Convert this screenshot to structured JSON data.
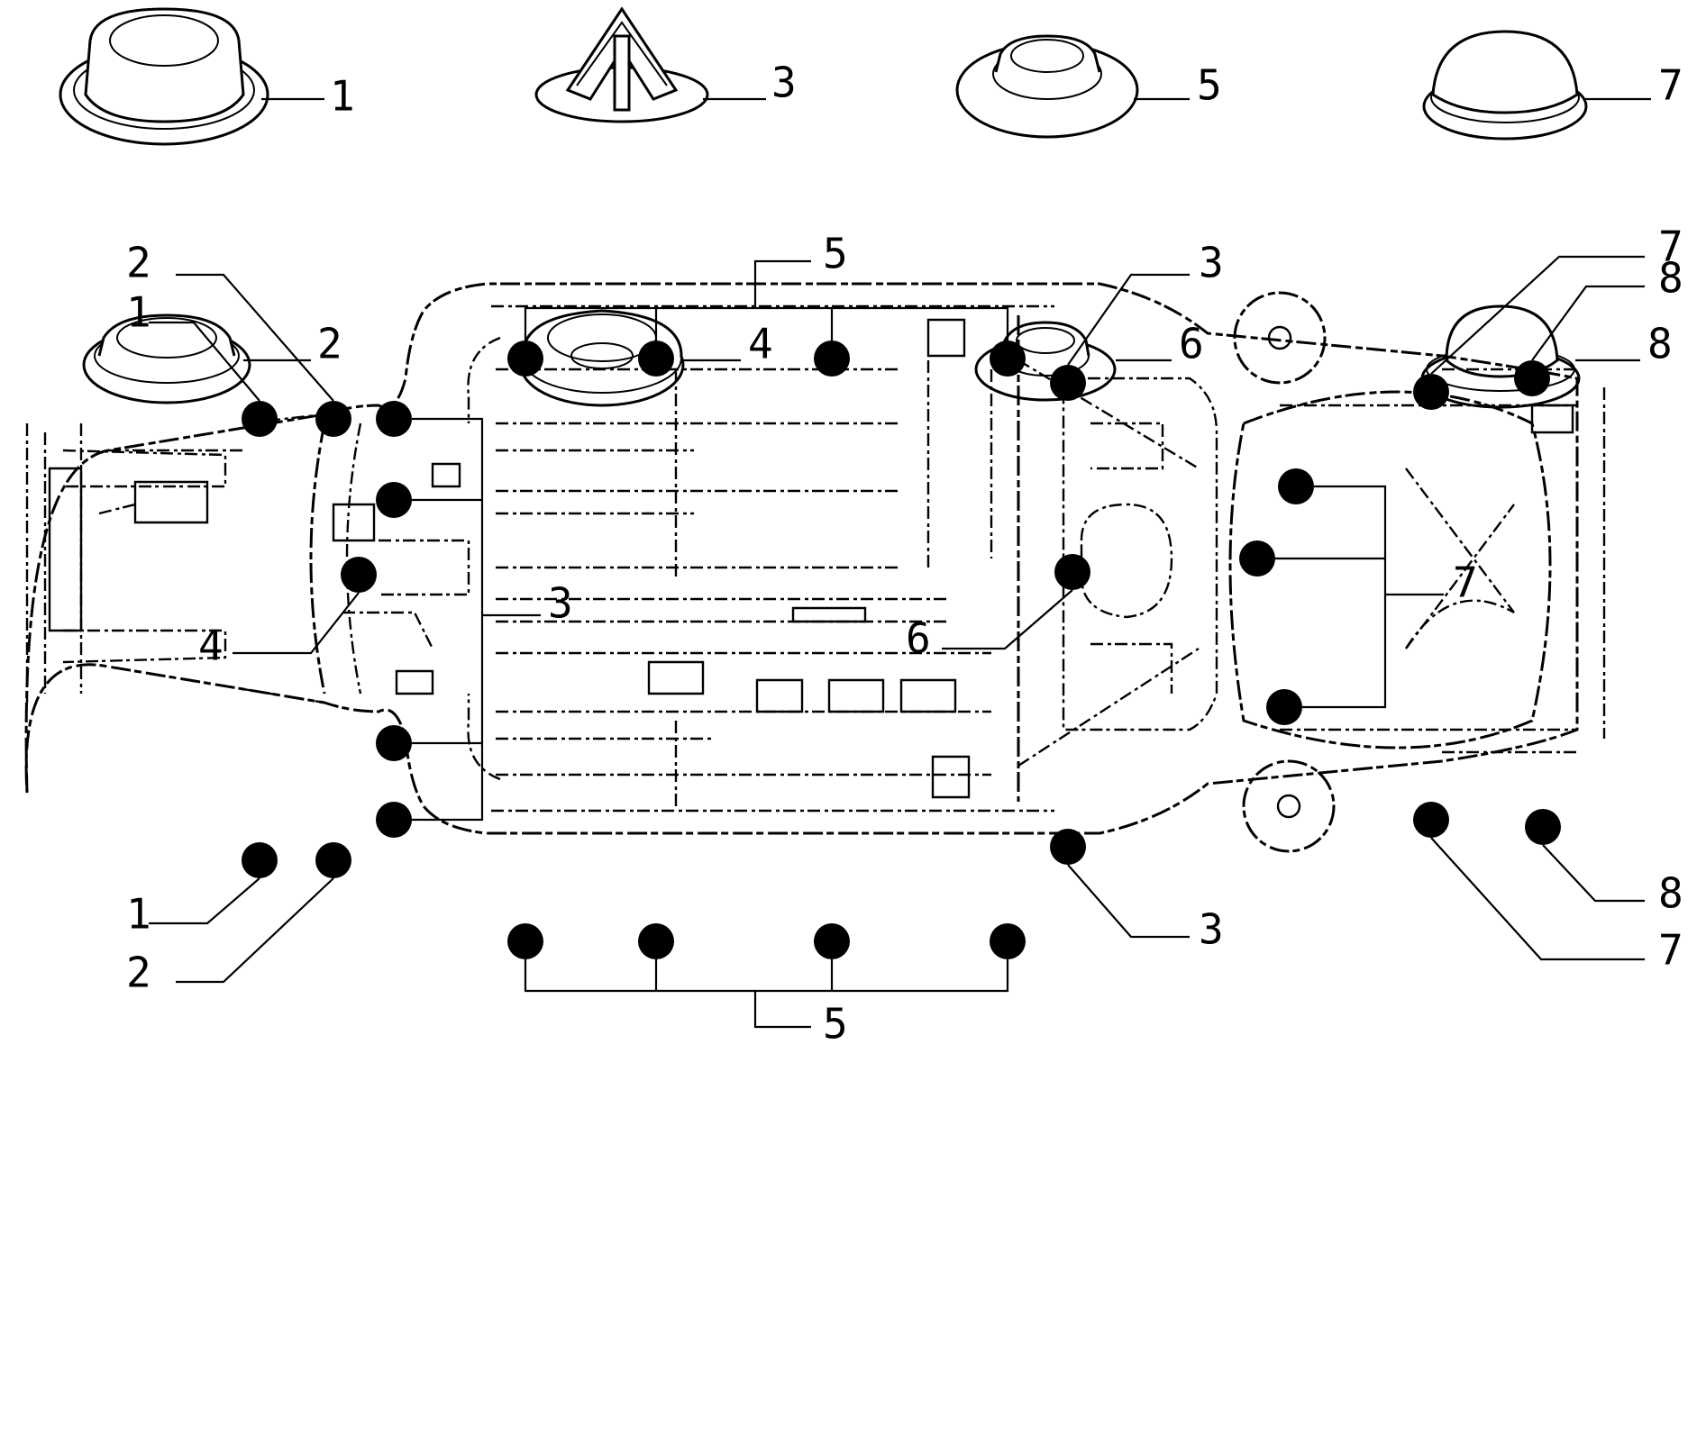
{
  "parts": [
    {
      "id": "part-1",
      "label": "1"
    },
    {
      "id": "part-2",
      "label": "2"
    },
    {
      "id": "part-3",
      "label": "3"
    },
    {
      "id": "part-4",
      "label": "4"
    },
    {
      "id": "part-5",
      "label": "5"
    },
    {
      "id": "part-6",
      "label": "6"
    },
    {
      "id": "part-7",
      "label": "7"
    },
    {
      "id": "part-8",
      "label": "8"
    }
  ],
  "callouts": {
    "top_5": "5",
    "left_2_upper": "2",
    "left_1_upper": "1",
    "mid_3_upper": "3",
    "right_7_upper": "7",
    "right_8_upper": "8",
    "left_3_group": "3",
    "left_4": "4",
    "mid_6": "6",
    "right_7_group": "7",
    "left_1_lower": "1",
    "left_2_lower": "2",
    "mid_3_lower": "3",
    "right_8_lower": "8",
    "right_7_lower": "7",
    "bottom_5": "5"
  },
  "colors": {
    "ink": "#000000",
    "paper": "#ffffff"
  }
}
